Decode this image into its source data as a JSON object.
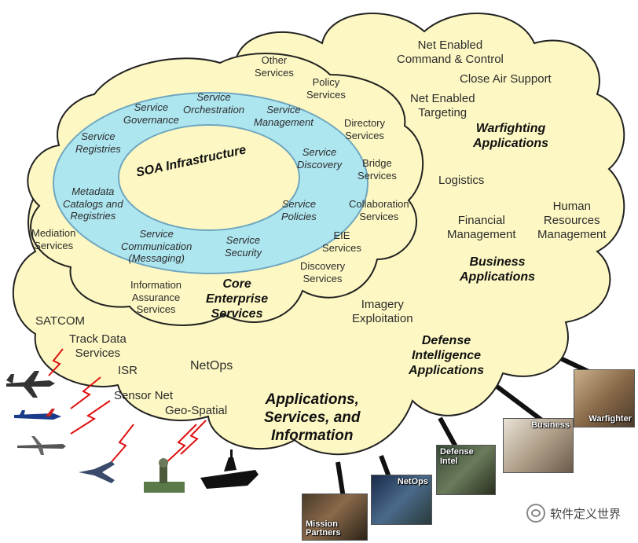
{
  "colors": {
    "cloud_fill": "#fdf8c3",
    "cloud_stroke": "#222222",
    "ring_fill": "#aee6f0",
    "ring_stroke": "#6fa6bf",
    "lightning": "#e01010",
    "link": "#111111"
  },
  "core": {
    "soa_title": "SOA Infrastructure",
    "ring_services": [
      "Service\nGovernance",
      "Service\nOrchestration",
      "Service\nManagement",
      "Service\nRegistries",
      "Service\nDiscovery",
      "Metadata\nCatalogs and\nRegistries",
      "Service\nPolicies",
      "Service\nCommunication\n(Messaging)",
      "Service\nSecurity"
    ],
    "enterprise_services": [
      "Other\nServices",
      "Policy\nServices",
      "Directory\nServices",
      "Bridge\nServices",
      "Collaboration\nServices",
      "EIE\nServices",
      "Discovery\nServices",
      "Information\nAssurance\nServices",
      "Mediation\nServices"
    ],
    "title": "Core\nEnterprise\nServices"
  },
  "warfighting": {
    "items": [
      "Net Enabled\nCommand & Control",
      "Close Air Support",
      "Net Enabled\nTargeting"
    ],
    "title": "Warfighting\nApplications"
  },
  "business": {
    "items": [
      "Logistics",
      "Financial\nManagement",
      "Human\nResources\nManagement"
    ],
    "title": "Business\nApplications"
  },
  "intel": {
    "items": [
      "Imagery\nExploitation"
    ],
    "title": "Defense\nIntelligence\nApplications"
  },
  "outer": {
    "items": [
      "SATCOM",
      "Track Data\nServices",
      "ISR",
      "Sensor Net",
      "Geo-Spatial"
    ],
    "netops": "NetOps",
    "title": "Applications,\nServices, and\nInformation"
  },
  "photos": [
    "Mission\nPartners",
    "NetOps",
    "Defense\nIntel",
    "Business",
    "Warfighter"
  ],
  "platforms": [
    "transport-aircraft-icon",
    "missile-icon",
    "uav-drone-icon",
    "fighter-jet-icon",
    "ground-sensor-icon",
    "warship-icon"
  ],
  "watermark": "软件定义世界"
}
